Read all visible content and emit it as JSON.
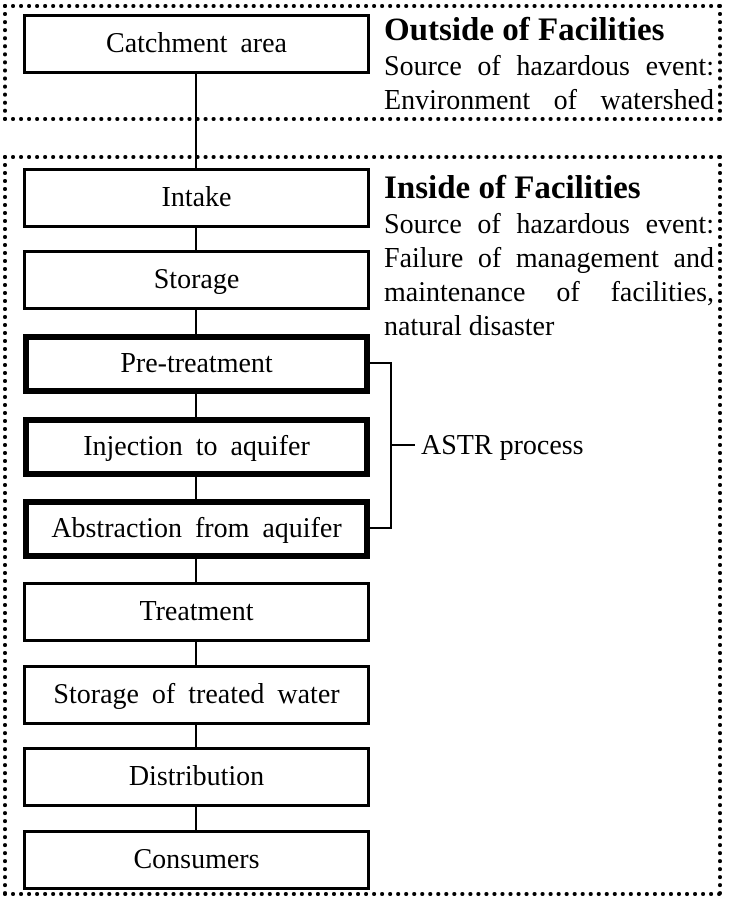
{
  "colors": {
    "line": "#000000",
    "background": "#ffffff"
  },
  "outside_region": {
    "title": "Outside of Facilities",
    "subtitle_lines": [
      "Source of hazardous event:",
      "Environment of watershed"
    ]
  },
  "inside_region": {
    "title": "Inside of Facilities",
    "subtitle_lines": [
      "Source of hazardous event:",
      "Failure of management and",
      "maintenance of facilities,",
      "natural disaster"
    ]
  },
  "flow_boxes": [
    {
      "label": "Catchment area",
      "emphasized": false
    },
    {
      "label": "Intake",
      "emphasized": false
    },
    {
      "label": "Storage",
      "emphasized": false
    },
    {
      "label": "Pre-treatment",
      "emphasized": true
    },
    {
      "label": "Injection to aquifer",
      "emphasized": true
    },
    {
      "label": "Abstraction from aquifer",
      "emphasized": true
    },
    {
      "label": "Treatment",
      "emphasized": false
    },
    {
      "label": "Storage of treated water",
      "emphasized": false
    },
    {
      "label": "Distribution",
      "emphasized": false
    },
    {
      "label": "Consumers",
      "emphasized": false
    }
  ],
  "annotation": {
    "label": "ASTR process"
  }
}
